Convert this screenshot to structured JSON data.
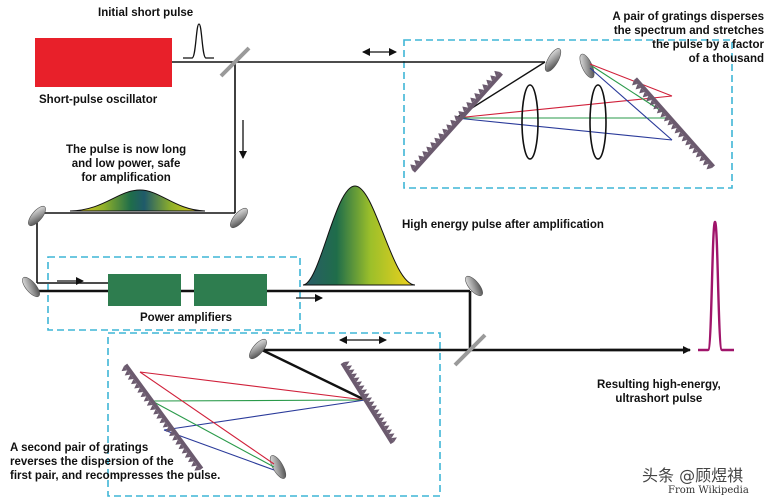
{
  "labels": {
    "initial_pulse": "Initial short pulse",
    "oscillator": "Short-pulse oscillator",
    "gratings_pair1": "A pair of gratings disperses\nthe spectrum and stretches\nthe pulse by a factor\nof a thousand",
    "stretched_pulse": "The pulse is now long\nand low power, safe\nfor amplification",
    "high_energy": "High energy pulse after amplification",
    "power_amplifiers": "Power amplifiers",
    "result": "Resulting high-energy,\nultrashort pulse",
    "gratings_pair2": "A second pair of gratings\nreverses the dispersion of the\nfirst pair, and recompresses the pulse."
  },
  "watermark": {
    "source": "头条 @顾煜祺",
    "credit": "From Wikipedia"
  },
  "colors": {
    "oscillator": "#e8202a",
    "amplifier": "#2e7d4f",
    "dashed_box": "#3fb6d6",
    "beam": "#111111",
    "grating": "#6b5a6e",
    "output_pulse": "#a0146a",
    "ray_red": "#d0203a",
    "ray_green": "#2a9a4a",
    "ray_blue": "#2a3a9a"
  }
}
